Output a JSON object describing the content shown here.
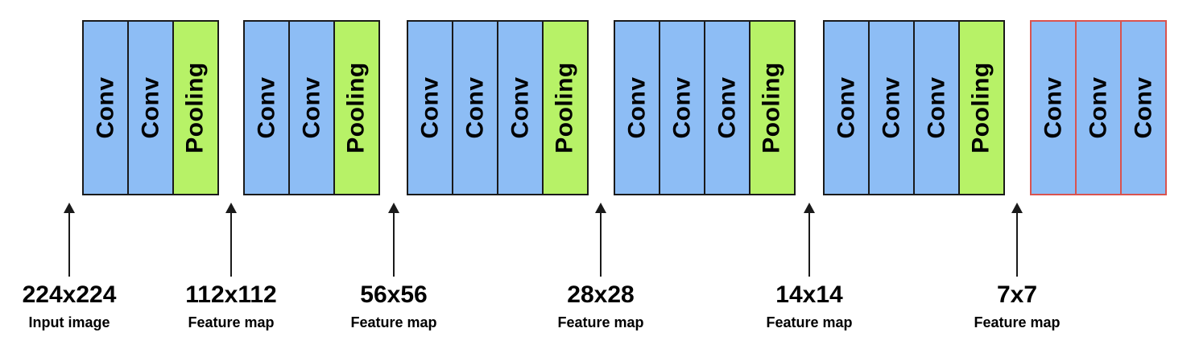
{
  "groups": [
    {
      "layers": [
        {
          "label": "Conv",
          "kind": "conv"
        },
        {
          "label": "Conv",
          "kind": "conv"
        },
        {
          "label": "Pooling",
          "kind": "pool"
        }
      ]
    },
    {
      "layers": [
        {
          "label": "Conv",
          "kind": "conv"
        },
        {
          "label": "Conv",
          "kind": "conv"
        },
        {
          "label": "Pooling",
          "kind": "pool"
        }
      ]
    },
    {
      "layers": [
        {
          "label": "Conv",
          "kind": "conv"
        },
        {
          "label": "Conv",
          "kind": "conv"
        },
        {
          "label": "Conv",
          "kind": "conv"
        },
        {
          "label": "Pooling",
          "kind": "pool"
        }
      ]
    },
    {
      "layers": [
        {
          "label": "Conv",
          "kind": "conv"
        },
        {
          "label": "Conv",
          "kind": "conv"
        },
        {
          "label": "Conv",
          "kind": "conv"
        },
        {
          "label": "Pooling",
          "kind": "pool"
        }
      ]
    },
    {
      "layers": [
        {
          "label": "Conv",
          "kind": "conv"
        },
        {
          "label": "Conv",
          "kind": "conv"
        },
        {
          "label": "Conv",
          "kind": "conv"
        },
        {
          "label": "Pooling",
          "kind": "pool"
        }
      ]
    },
    {
      "layers": [
        {
          "label": "Conv",
          "kind": "conv"
        },
        {
          "label": "Conv",
          "kind": "conv"
        },
        {
          "label": "Conv",
          "kind": "conv"
        }
      ],
      "highlighted": true
    }
  ],
  "captions": [
    {
      "size": "224x224",
      "desc": "Input image"
    },
    {
      "size": "112x112",
      "desc": "Feature map"
    },
    {
      "size": "56x56",
      "desc": "Feature map"
    },
    {
      "size": "28x28",
      "desc": "Feature map"
    },
    {
      "size": "14x14",
      "desc": "Feature map"
    },
    {
      "size": "7x7",
      "desc": "Feature map"
    }
  ],
  "colors": {
    "conv_fill": "#8dbdf5",
    "pooling_fill": "#b7f267",
    "highlight_border": "#d9534f",
    "border": "#1a1a1a"
  }
}
